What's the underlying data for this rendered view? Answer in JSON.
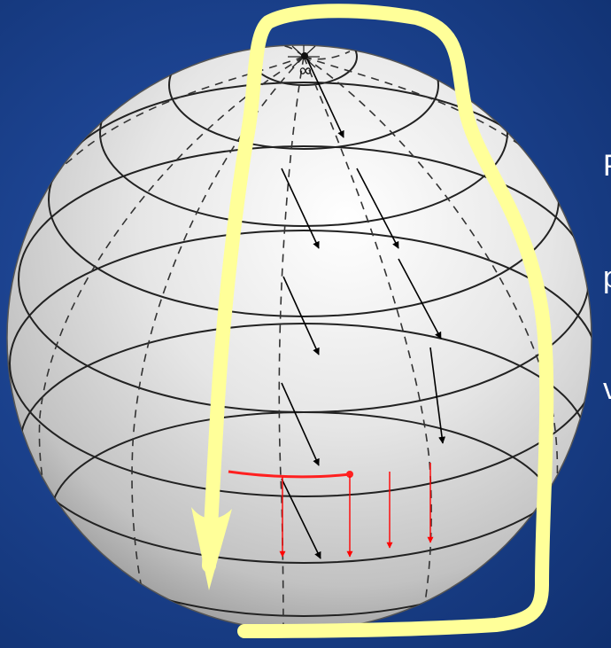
{
  "slide": {
    "background_color": "#1c4390",
    "text_lines": [
      "P",
      "p",
      "v"
    ],
    "text_color": "#ffffff"
  },
  "sphere": {
    "fill_color": "#d9d9d9",
    "line_color": "#222222",
    "pole_label": "∞"
  },
  "vectors": {
    "transported_color": "#000000",
    "comparison_color": "#ff0000",
    "loop_color": "#ffff99"
  }
}
